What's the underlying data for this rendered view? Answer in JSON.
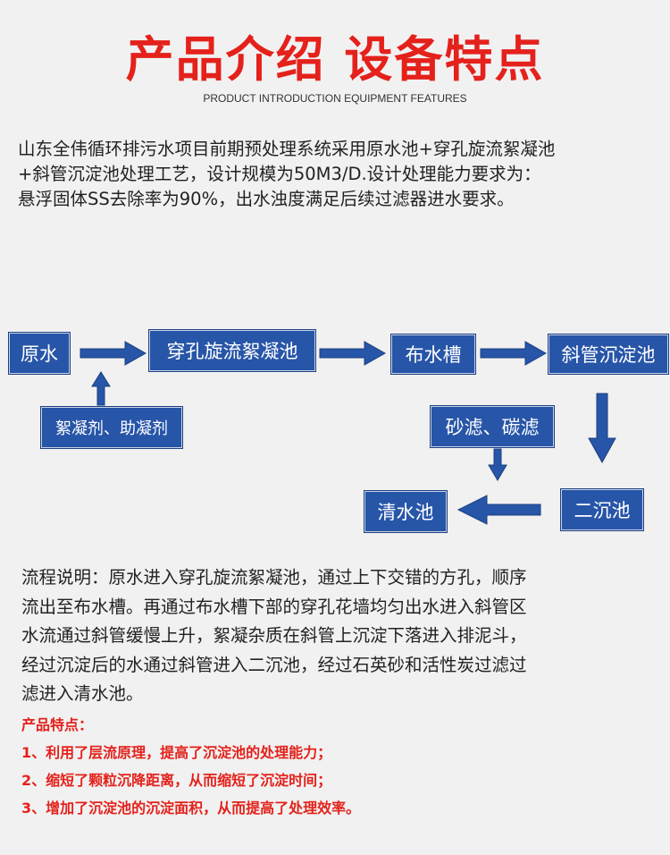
{
  "header": {
    "title": "产品介绍 设备特点",
    "subtitle": "PRODUCT INTRODUCTION EQUIPMENT FEATURES"
  },
  "intro": {
    "lines": [
      "山东全伟循环排污水项目前期预处理系统采用原水池+穿孔旋流絮凝池",
      "+斜管沉淀池处理工艺，设计规模为50M3/D.设计处理能力要求为：",
      "悬浮固体SS去除率为90%，出水浊度满足后续过滤器进水要求。"
    ]
  },
  "flow": {
    "nodes": {
      "raw_water": "原水",
      "flocculation": "穿孔旋流絮凝池",
      "distribution": "布水槽",
      "inclined": "斜管沉淀池",
      "coagulant": "絮凝剂、助凝剂",
      "filter": "砂滤、碳滤",
      "secondary": "二沉池",
      "clear_water": "清水池"
    },
    "arrow_color": "#2755a8"
  },
  "description": {
    "lines": [
      "流程说明：原水进入穿孔旋流絮凝池，通过上下交错的方孔，顺序",
      "流出至布水槽。再通过布水槽下部的穿孔花墙均匀出水进入斜管区",
      "水流通过斜管缓慢上升，絮凝杂质在斜管上沉淀下落进入排泥斗，",
      "经过沉淀后的水通过斜管进入二沉池，经过石英砂和活性炭过滤过",
      "滤进入清水池。"
    ]
  },
  "features": {
    "heading": "产品特点：",
    "items": [
      "1、利用了层流原理，提高了沉淀池的处理能力；",
      "2、缩短了颗粒沉降距离，从而缩短了沉淀时间；",
      "3、增加了沉淀池的沉淀面积，从而提高了处理效率。"
    ]
  },
  "colors": {
    "title": "#e4211b",
    "box": "#2755a8",
    "features": "#e4211b"
  }
}
